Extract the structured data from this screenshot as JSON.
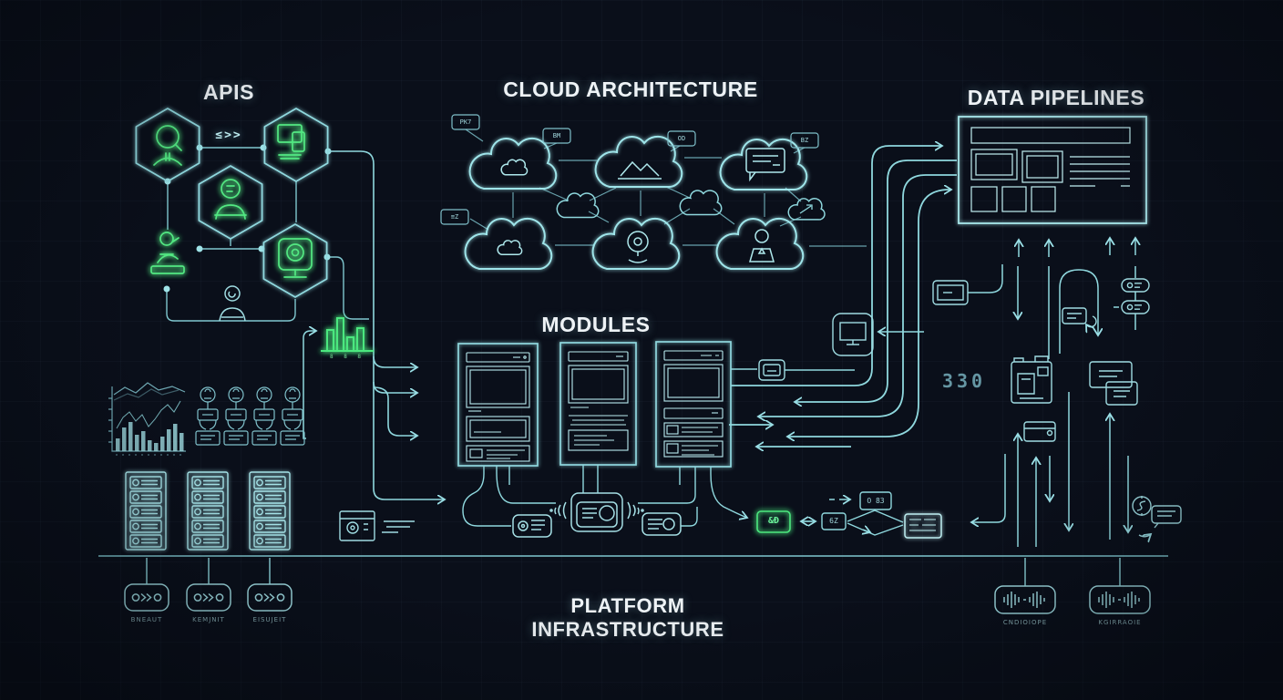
{
  "app": {
    "type": "neon-architecture-diagram"
  },
  "palette": {
    "background": "#0a0f1a",
    "cyan": "#8fd8de",
    "cyan_bright": "#c6f1f4",
    "cyan_dim": "#6fa5b2",
    "green": "#4ce87f",
    "green_bright": "#8effb0",
    "text": "#eef3f6"
  },
  "titles": {
    "apis": "APIS",
    "cloud": "CLOUD ARCHITECTURE",
    "data_pipelines": "DATA PIPELINES",
    "modules": "MODULES",
    "platform": "PLATFORM INFRASTRUCTURE"
  },
  "badges": {
    "api_arrows": "≤>>",
    "bars_axis": "8 8 8",
    "chip_green": "&Ð",
    "chip_6z": "6Z",
    "chip_83": "O 83",
    "chip_330": "330"
  },
  "cloud_tags": [
    "PK7",
    "BM",
    "OD",
    "BZ",
    "≡Z"
  ],
  "capsules_left": [
    {
      "glyph": "o>>o",
      "label": "BNEAUT"
    },
    {
      "glyph": "o>>o",
      "label": "KEMJNIT"
    },
    {
      "glyph": "o>>o",
      "label": "EISUJEIT"
    }
  ],
  "capsules_right": [
    {
      "glyph": "-|M|--|\\|-",
      "label": "CNDIOIOPE"
    },
    {
      "glyph": "-|M|--|\\|-",
      "label": "KGIRRAOIE"
    }
  ],
  "mini_analytics": {
    "type": "bar",
    "values": [
      14,
      26,
      32,
      18,
      22,
      12,
      9,
      16,
      24,
      30,
      20
    ]
  },
  "bar_icon": {
    "type": "bar",
    "values": [
      23,
      36,
      15,
      25
    ]
  }
}
